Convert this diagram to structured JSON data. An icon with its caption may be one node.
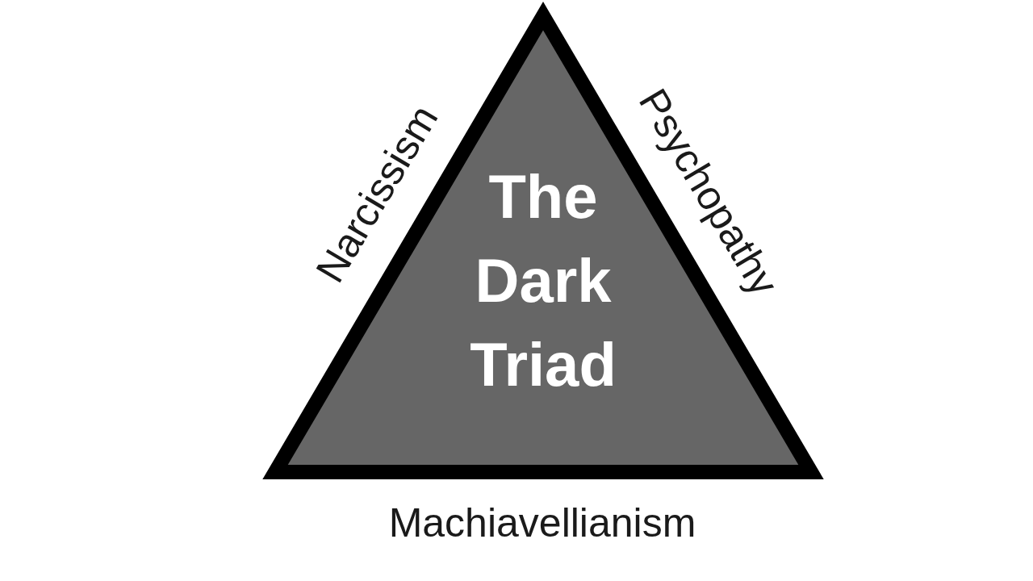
{
  "diagram": {
    "nodes": [
      {
        "text": [
          "The Dark Triad"
        ],
        "beside": [
          "Narcissism",
          "Psychopathy",
          "Machiavellianism"
        ]
      }
    ]
  }
}
